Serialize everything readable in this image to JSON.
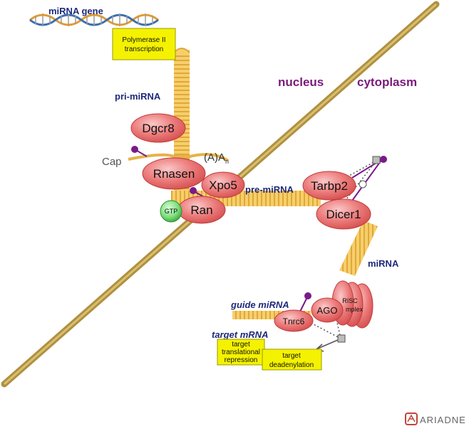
{
  "labels": {
    "mirna_gene": "miRNA gene",
    "pri_mirna": "pri-miRNA",
    "pre_mirna": "pre-miRNA",
    "mirna": "miRNA",
    "guide_mirna": "guide miRNA",
    "target_mrna": "target mRNA",
    "cap": "Cap",
    "polya": "(A)A",
    "polya_sub": "n",
    "nucleus": "nucleus",
    "cytoplasm": "cytoplasm"
  },
  "notes": {
    "pol2_line1": "Polymerase II",
    "pol2_line2": "transcription",
    "transl_line1": "target",
    "transl_line2": "translational",
    "transl_line3": "repression",
    "dead_line1": "target",
    "dead_line2": "deadenylation"
  },
  "proteins": {
    "dgcr8": "Dgcr8",
    "rnasen": "Rnasen",
    "xpo5": "Xpo5",
    "ran": "Ran",
    "gtp": "GTP",
    "tarbp2": "Tarbp2",
    "dicer1": "Dicer1",
    "ago": "AGO",
    "tnrc6": "Tnrc6",
    "risc_line1": "RISC",
    "risc_line2": "mplex"
  },
  "logo": {
    "text": "ARIADNE"
  },
  "colors": {
    "membrane": "#b09040",
    "rna": "#f3c45c",
    "protein_fill": "#ec7373",
    "protein_stroke": "#c23b3b",
    "gtp_fill": "#7fe07f",
    "note_fill": "#f4f200",
    "note_stroke": "#9a9a00",
    "edge": "#7a1a8a"
  }
}
